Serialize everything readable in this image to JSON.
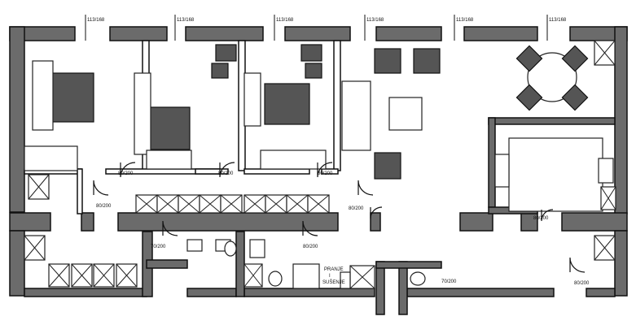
{
  "plan": {
    "window_labels": [
      "113/168",
      "113/168",
      "113/168",
      "113/168",
      "113/168",
      "113/168"
    ],
    "door_labels": [
      "80/200",
      "80/200",
      "80/200",
      "80/200",
      "80/200",
      "70/200",
      "80/200",
      "80/200",
      "70/200",
      "80/200"
    ],
    "room_labels": {
      "laundry_line1": "PRANJE",
      "laundry_line2": "I",
      "laundry_line3": "SUŠENJE"
    },
    "colors": {
      "wall": "#6b6b6b",
      "line": "#111111",
      "background": "#ffffff"
    }
  }
}
